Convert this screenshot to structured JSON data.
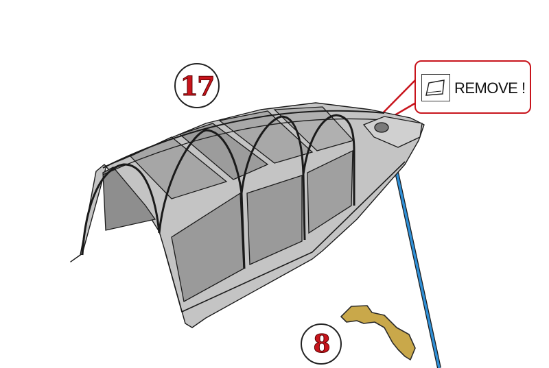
{
  "steps": {
    "canopy_number": "17",
    "part_number": "8"
  },
  "callout": {
    "text": "REMOVE !",
    "icon": "windshield-film-icon",
    "border_color": "#c8141c"
  },
  "colors": {
    "canopy_fill": "#bdbdbd",
    "canopy_glass": "#8c8c8c",
    "frame_stroke": "#1a1a1a",
    "part8_fill": "#c9a84a",
    "wire": "#2f8fd6",
    "badge_number": "#c8141c"
  }
}
